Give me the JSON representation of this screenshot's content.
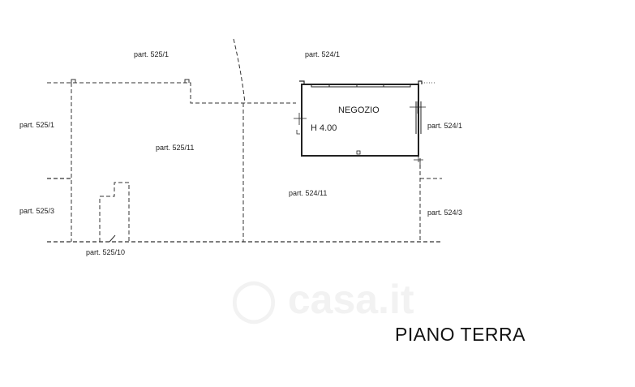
{
  "plan": {
    "title": "PIANO TERRA",
    "room": {
      "name": "NEGOZIO",
      "height": "H 4.00"
    },
    "parcels": {
      "p525_1_top": "part. 525/1",
      "p524_1_top": "part. 524/1",
      "p525_1_left": "part. 525/1",
      "p525_11": "part. 525/11",
      "p524_1_right": "part. 524/1",
      "p524_11": "part. 524/11",
      "p525_3": "part. 525/3",
      "p524_3": "part. 524/3",
      "p525_10": "part. 525/10"
    },
    "watermark": "casa.it"
  }
}
